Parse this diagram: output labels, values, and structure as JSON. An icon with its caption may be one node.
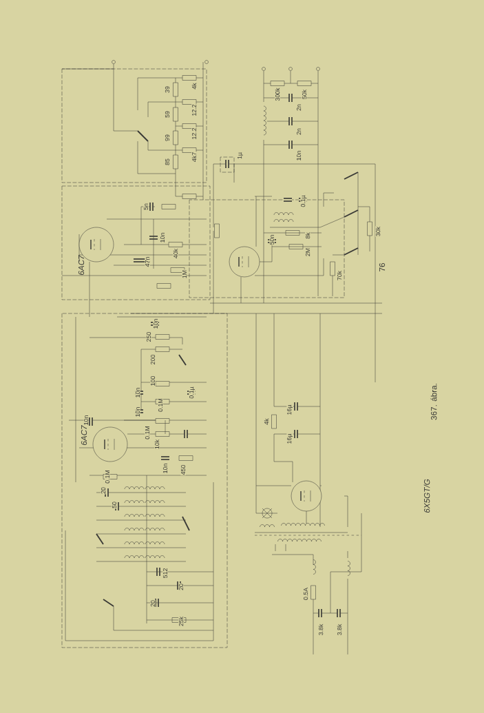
{
  "diagram": {
    "nodes": [
      {
        "text": [],
        "shape": "circle",
        "beside": [
          "6AC7"
        ]
      },
      {
        "text": [],
        "shape": "circle",
        "beside": [
          "6AC7"
        ]
      },
      {
        "text": [],
        "shape": "circle"
      },
      {
        "text": [],
        "shape": "circle"
      }
    ],
    "labels": [
      "76",
      "367. ábra.",
      "39",
      "59",
      "99",
      "85",
      "4k",
      "12.2",
      "12.2",
      "4k7",
      "5n",
      "10n",
      "40k",
      "1M",
      "47n",
      "300k",
      "50k",
      "2n",
      "2n",
      "10n",
      "0.1µ",
      "50n",
      "8k",
      "2M",
      "70k",
      "30k",
      "1µ",
      "10n",
      "250",
      "200",
      "100",
      "10n",
      "0.1µ",
      "10n",
      "0.1M",
      "10n",
      "0.1M",
      "10k",
      "10n",
      "450",
      "0.1M",
      "20",
      "50",
      "512",
      "20",
      "20",
      "25k",
      "4k",
      "16µ",
      "16µ",
      "0.5A",
      "3.8k",
      "3.8k",
      "6X5GT/G"
    ]
  }
}
